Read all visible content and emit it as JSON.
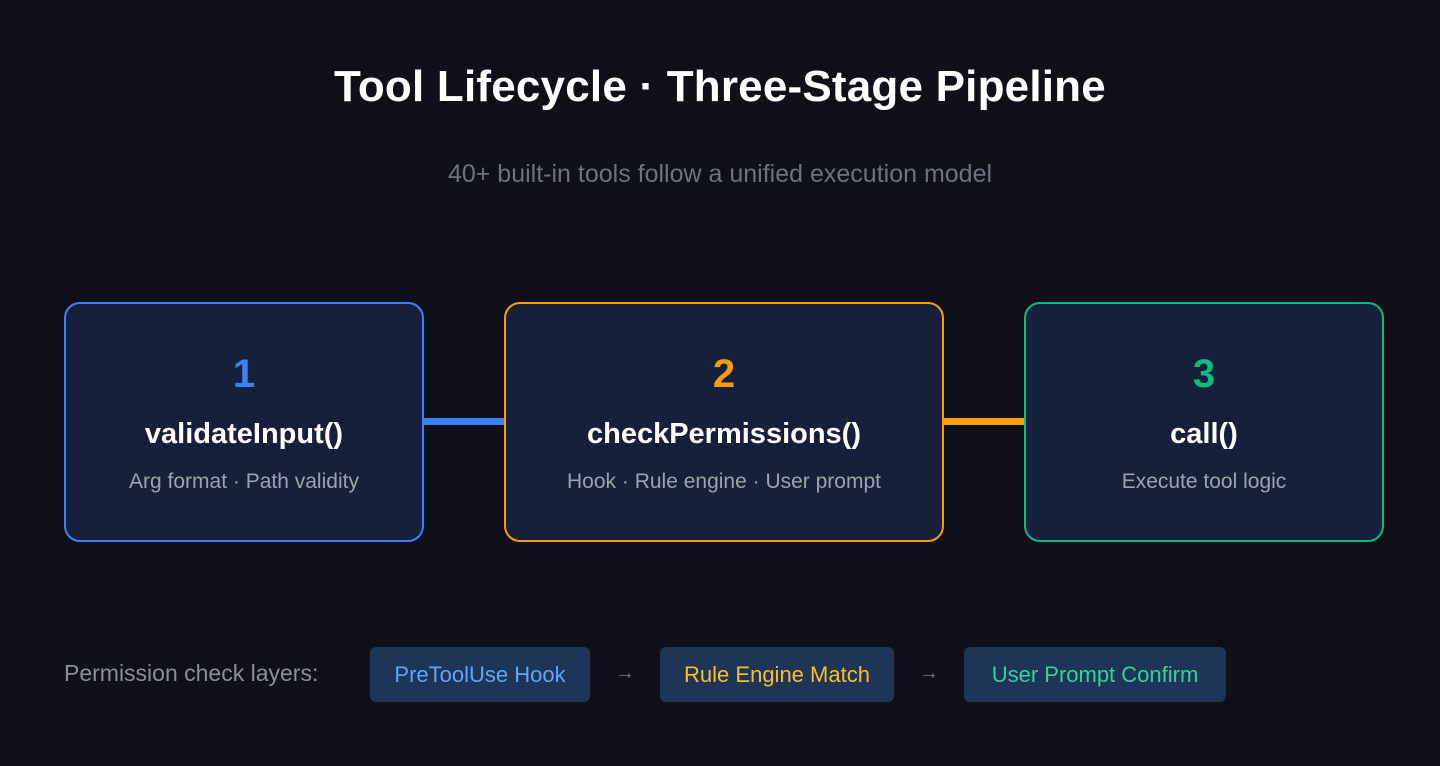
{
  "header": {
    "title": "Tool Lifecycle · Three-Stage Pipeline",
    "subtitle": "40+ built-in tools follow a unified execution model"
  },
  "stages": [
    {
      "number": "1",
      "name": "validateInput()",
      "description": "Arg format · Path validity",
      "color": "#3b82f6"
    },
    {
      "number": "2",
      "name": "checkPermissions()",
      "description": "Hook · Rule engine · User prompt",
      "color": "#f59e0b"
    },
    {
      "number": "3",
      "name": "call()",
      "description": "Execute tool logic",
      "color": "#10b981"
    }
  ],
  "layers": {
    "label": "Permission check layers:",
    "arrow": "→",
    "items": [
      {
        "label": "PreToolUse Hook",
        "color": "#60a5fa"
      },
      {
        "label": "Rule Engine Match",
        "color": "#fbbf24"
      },
      {
        "label": "User Prompt Confirm",
        "color": "#34d399"
      }
    ]
  }
}
